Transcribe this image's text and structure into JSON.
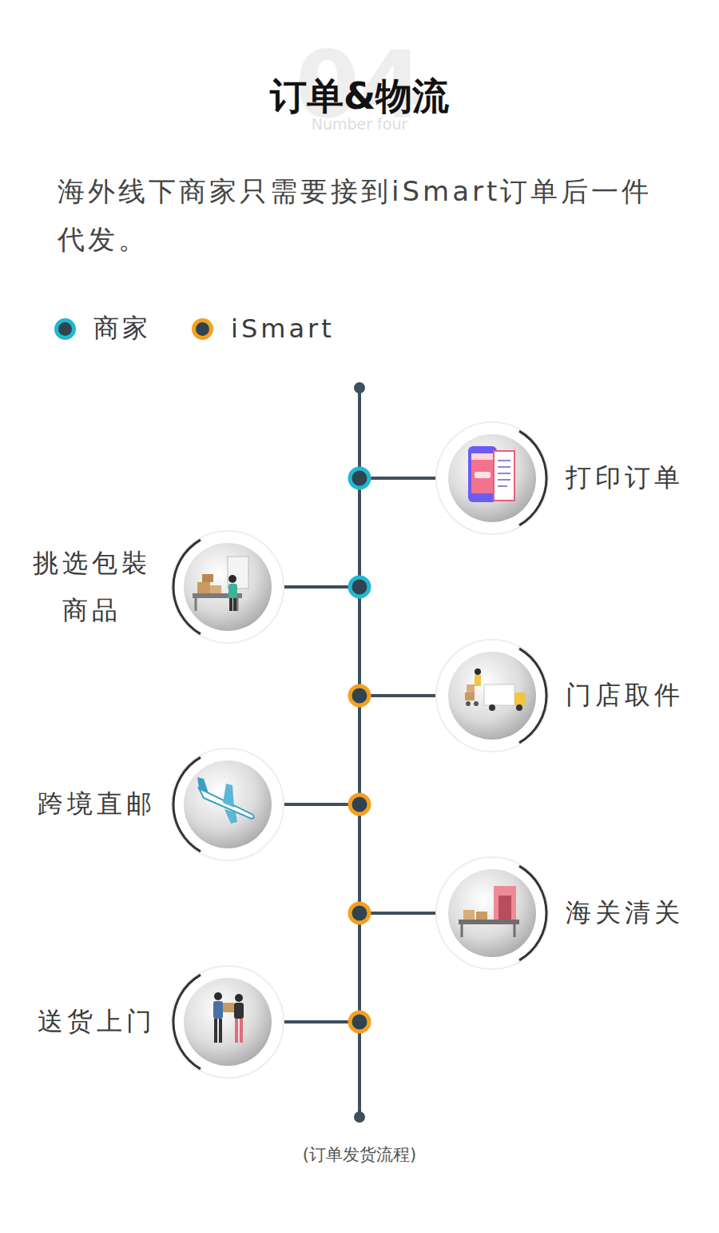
{
  "diagram": {
    "title": "订单&物流",
    "caption": "(订单发货流程)",
    "nodes": [
      {
        "text": [
          "打印订单"
        ]
      },
      {
        "text": [
          "挑选包裝 商品"
        ]
      },
      {
        "text": [
          "门店取件"
        ]
      },
      {
        "text": [
          "跨境直邮"
        ]
      },
      {
        "text": [
          "海关清关"
        ]
      },
      {
        "text": [
          "送货上门"
        ]
      }
    ],
    "edges": [
      {
        "from": 0,
        "to": 1,
        "arrow": "none"
      },
      {
        "from": 1,
        "to": 2,
        "arrow": "none"
      },
      {
        "from": 2,
        "to": 3,
        "arrow": "none"
      },
      {
        "from": 3,
        "to": 4,
        "arrow": "none"
      },
      {
        "from": 4,
        "to": 5,
        "arrow": "none"
      }
    ],
    "labels": [
      "04",
      "Number four",
      "海外线下商家只需要接到iSmart订单后一件代发。"
    ],
    "legend": [
      {
        "text": "商家",
        "color": "#22b8cf"
      },
      {
        "text": "iSmart",
        "color": "#f5a021"
      }
    ]
  }
}
